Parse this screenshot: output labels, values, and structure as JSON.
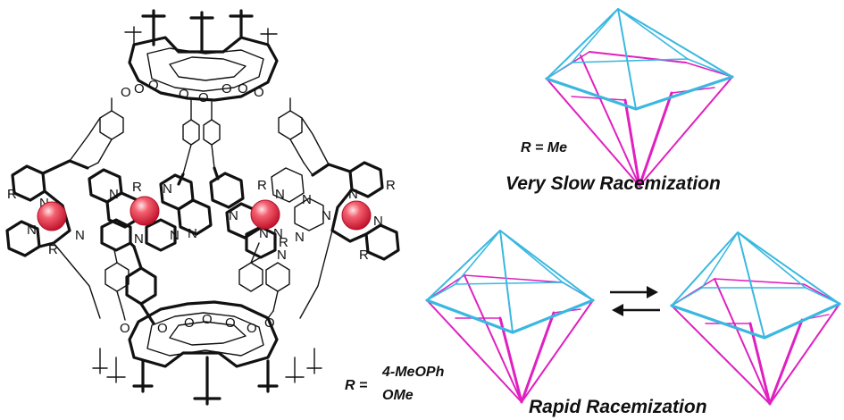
{
  "colors": {
    "top_pyramid": "#3ab8e0",
    "bottom_pyramid": "#e020c0",
    "metal_sphere": "#e8203a",
    "bond": "#111111"
  },
  "molecule": {
    "atom_labels": {
      "N": "N",
      "R": "R"
    },
    "metal_count": 4
  },
  "panels": {
    "slow": {
      "r_label": "R = Me",
      "caption": "Very Slow Racemization"
    },
    "fast": {
      "r_prefix": "R =",
      "r_option1": "4-MeOPh",
      "r_option2": "OMe",
      "caption": "Rapid Racemization"
    }
  },
  "equilibrium_arrows": "forward-reverse"
}
